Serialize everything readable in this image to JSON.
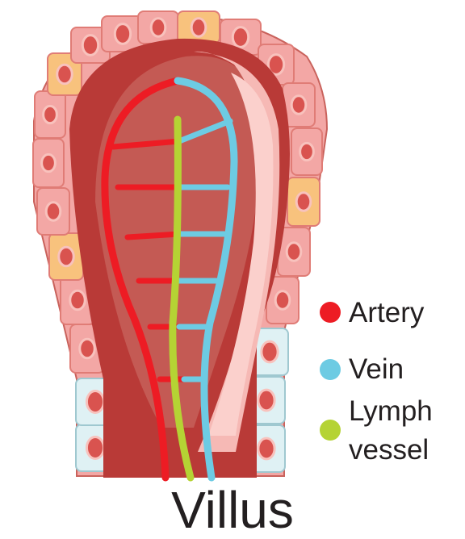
{
  "title": "Villus",
  "legend": [
    {
      "label": "Artery",
      "color": "#ed1c24",
      "icon": "red-dot"
    },
    {
      "label": "Vein",
      "color": "#6dcbe3",
      "icon": "blue-dot"
    },
    {
      "label": "Lymph vessel",
      "line1": "Lymph",
      "line2": "vessel",
      "color": "#b5d334",
      "icon": "green-dot"
    }
  ],
  "colors": {
    "cell_pink": "#f3a7a5",
    "cell_yellow": "#f8c27d",
    "cell_blue": "#dff1f4",
    "nucleus": "#d9534f",
    "tissue_dark": "#b93a37",
    "tissue_mid": "#c9625c",
    "tissue_light": "#f6b9b5"
  }
}
